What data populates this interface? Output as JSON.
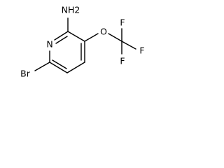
{
  "molecule": {
    "atoms": {
      "amine": "NH2",
      "ring_nitrogen": "N",
      "ether_oxygen": "O",
      "bromine": "Br",
      "fluorine_top": "F",
      "fluorine_right": "F",
      "fluorine_bottom": "F"
    }
  }
}
